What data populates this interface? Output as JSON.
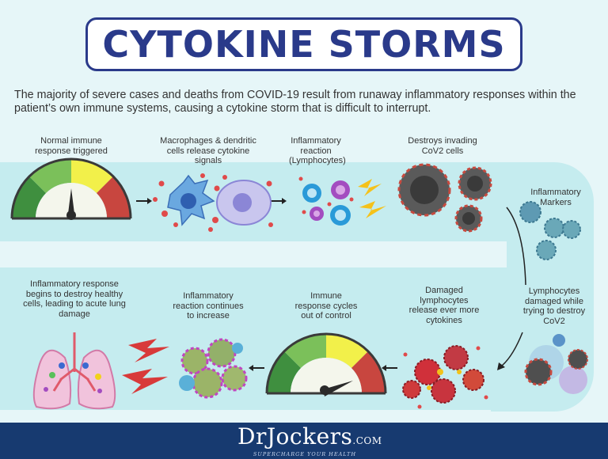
{
  "title": "CYTOKINE STORMS",
  "intro": "The majority of severe cases and deaths from COVID-19 result from runaway inflammatory responses within the patient’s own immune systems, causing a cytokine storm that is difficult to interrupt.",
  "steps": [
    {
      "label": "Normal immune response triggered"
    },
    {
      "label": "Macrophages & dendritic cells release cytokine signals"
    },
    {
      "label": "Inflammatory reaction (Lymphocytes)"
    },
    {
      "label": "Destroys invading CoV2 cells"
    },
    {
      "label": "Inflammatory Markers"
    },
    {
      "label": "Lymphocytes damaged while trying to destroy CoV2"
    },
    {
      "label": "Damaged lymphocytes release ever more cytokines"
    },
    {
      "label": "Immune response cycles out of control"
    },
    {
      "label": "Inflammatory reaction continues to increase"
    },
    {
      "label": "Inflammatory response begins to destroy healthy cells, leading to acute lung damage"
    }
  ],
  "gauges": [
    {
      "name": "normal",
      "level": 0.5
    },
    {
      "name": "out-of-control",
      "level": 0.88
    }
  ],
  "brand": {
    "name": "DrJockers",
    "domain": ".COM",
    "tagline": "SUPERCHARGE YOUR HEALTH"
  },
  "colors": {
    "title": "#2a3a8a",
    "footer": "#173a70",
    "band": "#bfeaee",
    "gauge_green": "#3f8f3f",
    "gauge_light_green": "#7bc05a",
    "gauge_yellow": "#f2f04a",
    "gauge_red": "#c8463f"
  }
}
